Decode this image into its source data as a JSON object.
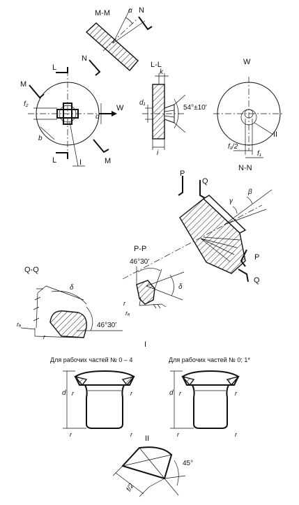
{
  "sections": {
    "mm": "M-M",
    "ll": "L-L",
    "w": "W",
    "nn": "N-N",
    "pp": "P-P",
    "qq": "Q-Q"
  },
  "markers": {
    "m": "M",
    "n": "N",
    "l": "L",
    "w": "W",
    "p": "P",
    "q": "Q"
  },
  "detail_refs": {
    "one": "I",
    "two": "II"
  },
  "dims": {
    "alpha": "α",
    "beta": "β",
    "gamma": "γ",
    "delta": "δ",
    "k": "k",
    "i": "i",
    "d": "d",
    "d1": "d₁",
    "f1": "f₁",
    "f1_half": "f₁/2",
    "f2": "f₂",
    "f2_half": "f/2",
    "b": "b",
    "r": "r",
    "ra": "rₐ",
    "angle_54": "54°±10′",
    "angle_46_30": "46°30′",
    "angle_45": "45°"
  },
  "notes": {
    "parts_0_4": "Для рабочих частей № 0 – 4",
    "parts_0_1": "Для рабочих частей № 0; 1*"
  }
}
